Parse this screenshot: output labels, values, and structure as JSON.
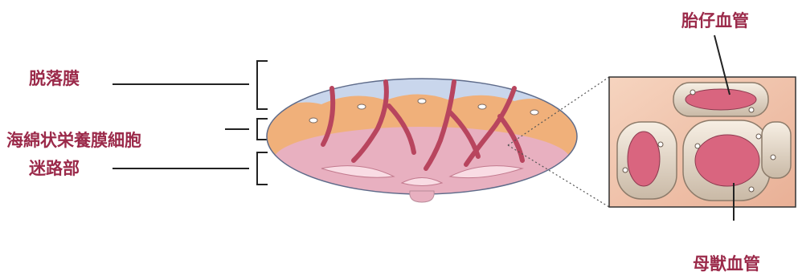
{
  "labels": {
    "decidua": "脱落膜",
    "syncytiotrophoblast": "海綿状栄養膜細胞",
    "labyrinth": "迷路部",
    "fetal_vessel": "胎仔血管",
    "maternal_vessel": "母獣血管"
  },
  "colors": {
    "label": "#9b2a4a",
    "decidua_layer": "#c9d6ec",
    "spongy_layer": "#f0b07a",
    "labyrinth_layer": "#e8b0c0",
    "vessel": "#b8455e",
    "zoom_bg": "#f2c7ad"
  }
}
